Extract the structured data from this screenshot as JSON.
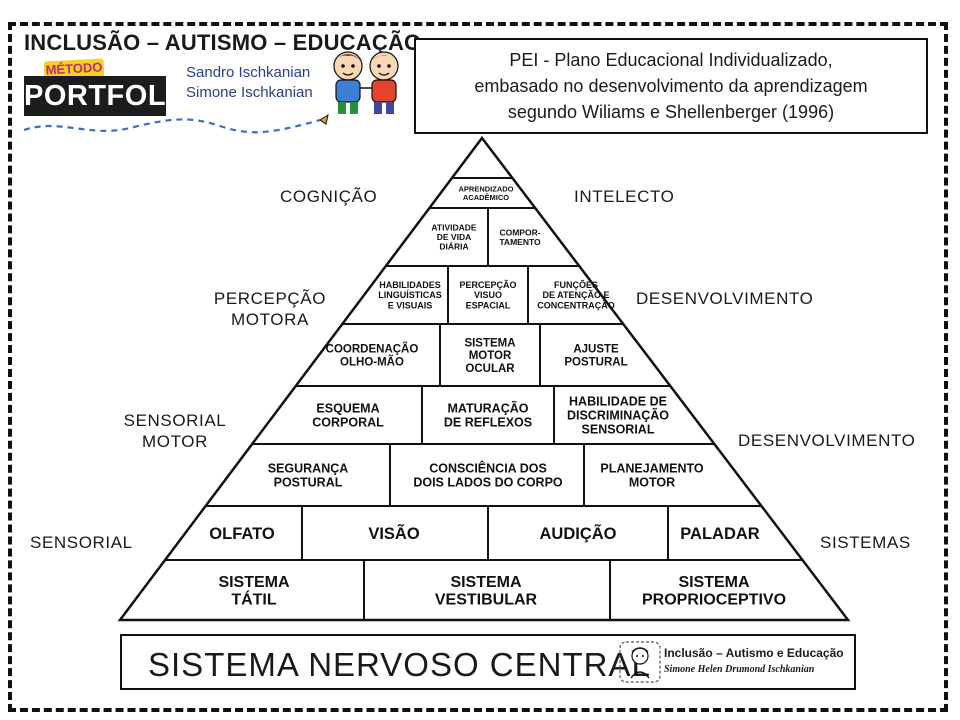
{
  "header": {
    "title": "INCLUSÃO – AUTISMO – EDUCAÇÃO",
    "logo_kicker": "MÉTODO",
    "logo": "PORTFOLIO",
    "authors": [
      "Sandro Ischkanian",
      "Simone Ischkanian"
    ]
  },
  "title_box": {
    "lines": [
      "PEI - Plano Educacional Individualizado,",
      "embasado no  desenvolvimento da aprendizagem",
      "segundo Wiliams e Shellenberger (1996)"
    ]
  },
  "side_labels": {
    "cognicao": "COGNIÇÃO",
    "intelecto": "INTELECTO",
    "percepcao_motora": [
      "PERCEPÇÃO",
      "MOTORA"
    ],
    "desenvolvimento_1": "DESENVOLVIMENTO",
    "sensorial_motor": [
      "SENSORIAL",
      "MOTOR"
    ],
    "desenvolvimento_2": "DESENVOLVIMENTO",
    "sensorial": "SENSORIAL",
    "sistemas": "SISTEMAS"
  },
  "pyramid": {
    "levels": [
      {
        "cells": [
          {
            "lines": [
              "APRENDIZADO",
              "ACADÊMICO"
            ]
          }
        ]
      },
      {
        "cells": [
          {
            "lines": [
              "ATIVIDADE",
              "DE VIDA",
              "DIÁRIA"
            ]
          },
          {
            "lines": [
              "COMPOR-",
              "TAMENTO"
            ]
          }
        ]
      },
      {
        "cells": [
          {
            "lines": [
              "HABILIDADES",
              "LINGUÍSTICAS",
              "E VISUAIS"
            ]
          },
          {
            "lines": [
              "PERCEPÇÃO",
              "VISUO",
              "ESPACIAL"
            ]
          },
          {
            "lines": [
              "FUNÇÕES",
              "DE ATENÇÃO E",
              "CONCENTRAÇÃO"
            ]
          }
        ]
      },
      {
        "cells": [
          {
            "lines": [
              "COORDENAÇÃO",
              "OLHO-MÃO"
            ]
          },
          {
            "lines": [
              "SISTEMA",
              "MOTOR",
              "OCULAR"
            ]
          },
          {
            "lines": [
              "AJUSTE",
              "POSTURAL"
            ]
          }
        ]
      },
      {
        "cells": [
          {
            "lines": [
              "ESQUEMA",
              "CORPORAL"
            ]
          },
          {
            "lines": [
              "MATURAÇÃO",
              "DE REFLEXOS"
            ]
          },
          {
            "lines": [
              "HABILIDADE DE",
              "DISCRIMINAÇÃO",
              "SENSORIAL"
            ]
          }
        ]
      },
      {
        "cells": [
          {
            "lines": [
              "SEGURANÇA",
              "POSTURAL"
            ]
          },
          {
            "lines": [
              "CONSCIÊNCIA DOS",
              "DOIS LADOS DO CORPO"
            ]
          },
          {
            "lines": [
              "PLANEJAMENTO",
              "MOTOR"
            ]
          }
        ]
      },
      {
        "cells": [
          {
            "lines": [
              "OLFATO"
            ]
          },
          {
            "lines": [
              "VISÃO"
            ]
          },
          {
            "lines": [
              "AUDIÇÃO"
            ]
          },
          {
            "lines": [
              "PALADAR"
            ]
          }
        ]
      },
      {
        "cells": [
          {
            "lines": [
              "SISTEMA",
              "TÁTIL"
            ]
          },
          {
            "lines": [
              "SISTEMA",
              "VESTIBULAR"
            ]
          },
          {
            "lines": [
              "SISTEMA",
              "PROPRIOCEPTIVO"
            ]
          }
        ]
      }
    ]
  },
  "base": {
    "label": "SISTEMA  NERVOSO  CENTRAL",
    "stamp_line_1": "Inclusão – Autismo e Educação",
    "stamp_line_2": "Simone Helen Drumond Ischkanian"
  },
  "colors": {
    "ink": "#111111",
    "author_blue": "#2a3e8f",
    "logo_yellow": "#f6d21e",
    "logo_pink": "#c22a7e",
    "dash_blue": "#3b6fc4"
  }
}
